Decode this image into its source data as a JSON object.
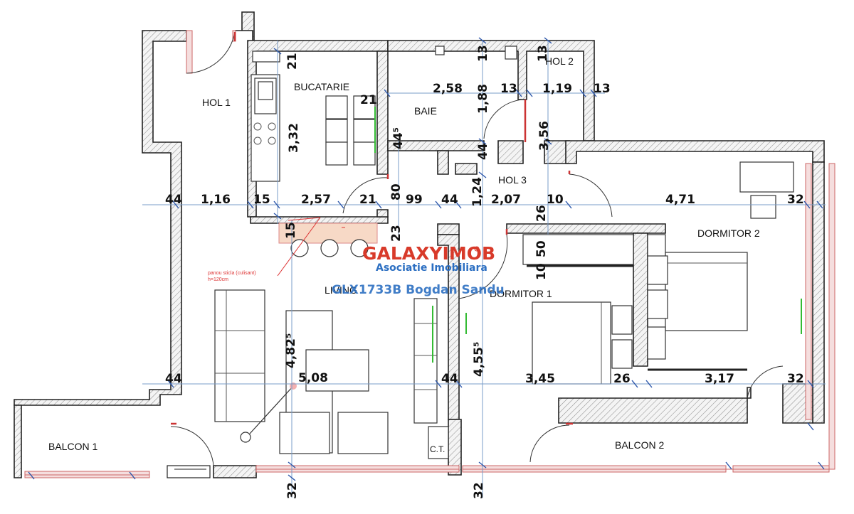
{
  "rooms": {
    "hol1": "HOL 1",
    "bucatarie": "BUCATARIE",
    "baie": "BAIE",
    "hol2": "HOL 2",
    "hol3": "HOL 3",
    "dormitor2": "DORMITOR 2",
    "dormitor1": "DORMITOR 1",
    "living": "LIVING",
    "balcon1": "BALCON 1",
    "balcon2": "BALCON 2",
    "ct": "C.T."
  },
  "dimensions": {
    "d21_top": "21",
    "d21_mid": "21",
    "d3_32": "3,32",
    "d2_58": "2,58",
    "d13_a": "13",
    "d13_b": "13",
    "d13_c": "13",
    "d13_d": "13",
    "d1_19": "1,19",
    "d1_88": "1,88",
    "d3_56": "3,56",
    "d44_5": "44⁵",
    "d44_hol": "44",
    "d44_left": "44",
    "d1_16": "1,16",
    "d15_a": "15",
    "d2_57": "2,57",
    "d21_b": "21",
    "d80": "80",
    "d99": "99",
    "d44_c": "44",
    "d1_24": "1,24",
    "d2_07": "2,07",
    "d10_a": "10",
    "d4_71": "4,71",
    "d32_a": "32",
    "d26_a": "26",
    "d23": "23",
    "d15_b": "15",
    "d50": "50",
    "d10_b": "10",
    "d4_82_5": "4,82⁵",
    "d5_08": "5,08",
    "d4_55_5": "4,55⁵",
    "d44_d": "44",
    "d44_e": "44",
    "d3_45": "3,45",
    "d26_b": "26",
    "d3_17": "3,17",
    "d32_b": "32",
    "d32_bottom_left": "32",
    "d32_bottom_mid": "32"
  },
  "annotation": {
    "line1": "panou sticla (culisant)",
    "line2": "h=120cm"
  },
  "watermark": {
    "brand": "GALAXYIMOB",
    "subtitle": "Asociatie Imobiliara",
    "reference": "GLX1733B Bogdan Sandu"
  },
  "colors": {
    "brand_red": "#d83a2a",
    "brand_blue": "#2c6fc2",
    "dimension_line": "#7a9cc8",
    "door_leaf": "#cc3333"
  }
}
